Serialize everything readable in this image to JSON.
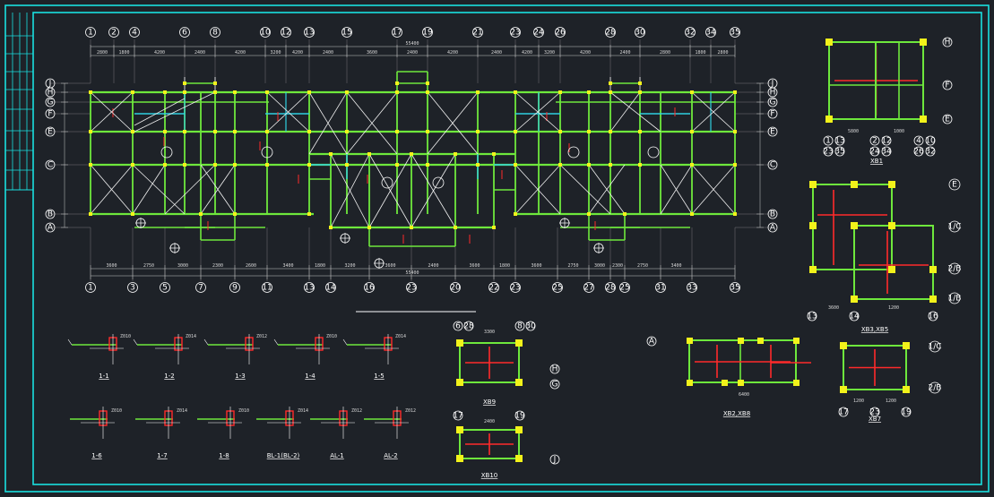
{
  "drawing": {
    "top_axes": [
      "1",
      "2",
      "4",
      "6",
      "8",
      "10",
      "12",
      "13",
      "15",
      "17",
      "19",
      "21",
      "23",
      "24",
      "26",
      "28",
      "30",
      "32",
      "34",
      "35"
    ],
    "bottom_axes": [
      "1",
      "3",
      "5",
      "7",
      "9",
      "11",
      "13",
      "14",
      "16",
      "23",
      "20",
      "22",
      "23",
      "25",
      "27",
      "28",
      "25",
      "31",
      "33",
      "35"
    ],
    "left_axes": [
      "J",
      "H",
      "G",
      "F",
      "E",
      "C",
      "B",
      "A"
    ],
    "right_axes": [
      "J",
      "H",
      "G",
      "F",
      "E",
      "C",
      "B",
      "A"
    ],
    "top_dims": [
      "2800",
      "1800",
      "4200",
      "2400",
      "4200",
      "3200",
      "4200",
      "2400",
      "3600",
      "2400",
      "4200",
      "2400",
      "4200",
      "3200",
      "4200",
      "2400",
      "2800",
      "1800",
      "2800"
    ],
    "bottom_dims": [
      "3600",
      "2750",
      "3000",
      "2300",
      "2600",
      "3400",
      "1800",
      "3200",
      "3600",
      "2400",
      "3600",
      "1800",
      "3600",
      "2750",
      "3000",
      "2300",
      "2750",
      "3400"
    ],
    "overall_dim": "55400",
    "details_row1": [
      {
        "title": "1-1",
        "note": "Z010"
      },
      {
        "title": "1-2",
        "note": "Z014"
      },
      {
        "title": "1-3",
        "note": "Z012"
      },
      {
        "title": "1-4",
        "note": "Z010"
      },
      {
        "title": "1-5",
        "note": "Z014"
      }
    ],
    "details_row2": [
      {
        "title": "1-6",
        "note": "Z010"
      },
      {
        "title": "1-7",
        "note": "Z014"
      },
      {
        "title": "1-8",
        "note": "Z010"
      },
      {
        "title": "BL-1(BL-2)",
        "note": "Z014"
      },
      {
        "title": "AL-1",
        "note": "Z012"
      },
      {
        "title": "AL-2",
        "note": "Z012"
      }
    ],
    "xb9": {
      "title": "XB9",
      "top": [
        "6",
        "28",
        "8",
        "30"
      ],
      "side": [
        "H",
        "G"
      ],
      "dim": "3300"
    },
    "xb10": {
      "title": "XB10",
      "top": [
        "17",
        "19"
      ],
      "side": [
        "J"
      ],
      "dim": "2400"
    },
    "xb1": {
      "title": "XB1",
      "side": [
        "H",
        "F",
        "E"
      ],
      "bottom": [
        "1",
        "13",
        "2",
        "12",
        "4",
        "10"
      ],
      "bottom2": [
        "23",
        "35",
        "24",
        "34",
        "26",
        "32"
      ],
      "dims": [
        "5800",
        "1000"
      ]
    },
    "xb3xb5": {
      "title": "XB3,XB5",
      "side": [
        "E",
        "1/C",
        "2/B",
        "1/B"
      ],
      "bottom": [
        "13",
        "14",
        "16"
      ],
      "dims": [
        "3600",
        "1200"
      ]
    },
    "xb2xb8": {
      "title": "XB2,XB8",
      "side": [
        "A"
      ],
      "dim": "6400"
    },
    "xb7": {
      "title": "XB7",
      "side": [
        "1/C",
        "2/B"
      ],
      "bottom": [
        "17",
        "23",
        "19"
      ],
      "dims": [
        "1200",
        "1200"
      ]
    }
  }
}
